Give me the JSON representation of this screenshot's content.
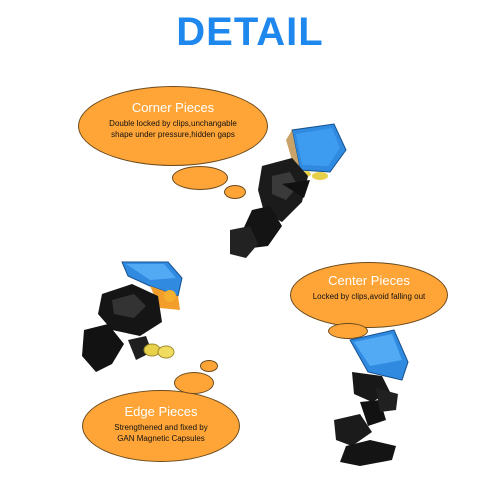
{
  "page": {
    "title": "DETAIL",
    "accent_color": "#1e88ee",
    "bubble_color": "#ffa538"
  },
  "callouts": {
    "corner": {
      "title": "Corner Pieces",
      "line1": "Double locked by clips,unchangable",
      "line2": "shape under pressure,hidden gaps"
    },
    "center": {
      "title": "Center Pieces",
      "line1": "Locked by clips,avoid falling out"
    },
    "edge": {
      "title": "Edge Pieces",
      "line1": "Strengthened and fixed by",
      "line2": "GAN Magnetic Capsules"
    }
  },
  "illustrations": {
    "corner_piece_top": "blue-corner-cap-with-black-core",
    "corner_piece_left": "blue-corner-cap-with-magnets",
    "center_piece": "blue-center-cap-with-black-spring-clip"
  }
}
